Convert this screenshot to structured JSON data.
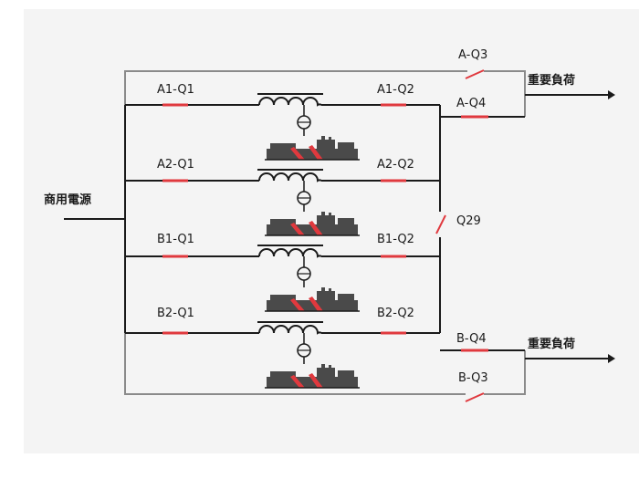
{
  "colors": {
    "panel_bg": "#f4f4f4",
    "line": "#1a1a1a",
    "outer_line": "#8a8a8a",
    "breaker": "#e0393e",
    "generator": "#4a4a4a"
  },
  "source_label": "商用電源",
  "load_top_label": "重要負荷",
  "load_bottom_label": "重要負荷",
  "tie_breaker_label": "Q29",
  "bypass_top_label": "A-Q3",
  "bypass_bottom_label": "B-Q3",
  "output_top_label": "A-Q4",
  "output_bottom_label": "B-Q4",
  "units": [
    {
      "in_label": "A1-Q1",
      "out_label": "A1-Q2"
    },
    {
      "in_label": "A2-Q1",
      "out_label": "A2-Q2"
    },
    {
      "in_label": "B1-Q1",
      "out_label": "B1-Q2"
    },
    {
      "in_label": "B2-Q1",
      "out_label": "B2-Q2"
    }
  ]
}
